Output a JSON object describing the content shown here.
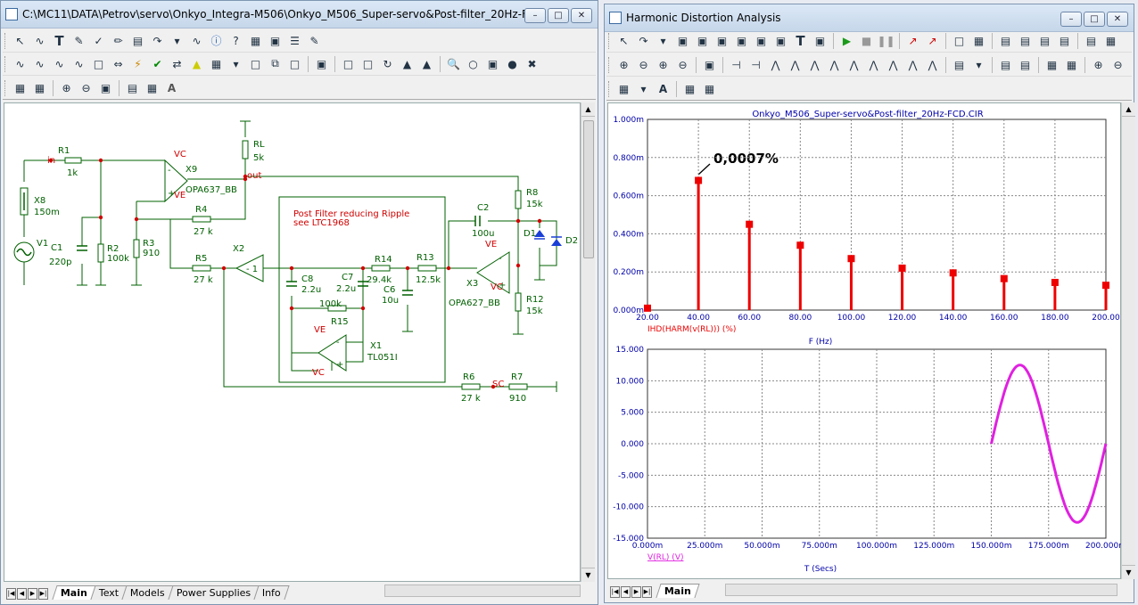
{
  "left_window": {
    "title": "C:\\MC11\\DATA\\Petrov\\servo\\Onkyo_Integra-M506\\Onkyo_M506_Super-servo&Post-filter_20Hz-FCD....",
    "tabs": [
      "Main",
      "Text",
      "Models",
      "Power Supplies",
      "Info"
    ],
    "active_tab": "Main",
    "schematic": {
      "note_line1": "Post Filter reducing Ripple",
      "note_line2": "see LTC1968",
      "labels": {
        "in": "in",
        "out": "out",
        "sc": "SC",
        "R1": "R1",
        "R1v": "1k",
        "X8": "X8",
        "X8v": "150m",
        "V1": "V1",
        "C1": "C1",
        "C1v": "220p",
        "R2": "R2",
        "R2v": "100k",
        "R3": "R3",
        "R3v": "910",
        "X9": "X9",
        "X9m": "OPA637_BB",
        "RL": "RL",
        "RLv": "5k",
        "R4": "R4",
        "R4v": "27 k",
        "R5": "R5",
        "R5v": "27 k",
        "X2": "X2",
        "X2g": "- 1",
        "C8": "C8",
        "C8v": "2.2u",
        "C7": "C7",
        "C7v": "2.2u",
        "R14": "R14",
        "R14v": "29.4k",
        "C6": "C6",
        "C6v": "10u",
        "R13": "R13",
        "R13v": "12.5k",
        "R15": "R15",
        "R15v": "100k",
        "X1": "X1",
        "X1m": "TL051I",
        "C2": "C2",
        "C2v": "100u",
        "R8": "R8",
        "R8v": "15k",
        "D1": "D1",
        "D2": "D2",
        "X3": "X3",
        "X3m": "OPA627_BB",
        "R12": "R12",
        "R12v": "15k",
        "R6": "R6",
        "R6v": "27 k",
        "R7": "R7",
        "R7v": "910",
        "VC": "VC",
        "VE": "VE",
        "plus": "+",
        "minus": "-"
      }
    }
  },
  "right_window": {
    "title": "Harmonic Distortion Analysis",
    "tabs": [
      "Main"
    ],
    "active_tab": "Main"
  },
  "chart_data": [
    {
      "type": "bar",
      "title": "Onkyo_M506_Super-servo&Post-filter_20Hz-FCD.CIR",
      "xlabel": "F (Hz)",
      "series_label": "IHD(HARM(v(RL))) (%)",
      "annotation": "0,0007%",
      "x": [
        20,
        40,
        60,
        80,
        100,
        120,
        140,
        160,
        180,
        200
      ],
      "values": [
        0.01,
        0.68,
        0.45,
        0.34,
        0.27,
        0.22,
        0.195,
        0.165,
        0.145,
        0.13
      ],
      "xlim": [
        20,
        200
      ],
      "ylim": [
        0,
        1.0
      ],
      "xticks": [
        "20.00",
        "40.00",
        "60.00",
        "80.00",
        "100.00",
        "120.00",
        "140.00",
        "160.00",
        "180.00",
        "200.00"
      ],
      "yticks": [
        "0.000m",
        "0.200m",
        "0.400m",
        "0.600m",
        "0.800m",
        "1.000m"
      ],
      "color": "#ee0000",
      "grid": true
    },
    {
      "type": "line",
      "xlabel": "T (Secs)",
      "series_label": "V(RL) (V)",
      "x_start": 150,
      "x_end": 200,
      "amplitude": 12.5,
      "xlim": [
        0,
        200
      ],
      "ylim": [
        -15,
        15
      ],
      "xticks": [
        "0.000m",
        "25.000m",
        "50.000m",
        "75.000m",
        "100.000m",
        "125.000m",
        "150.000m",
        "175.000m",
        "200.000m"
      ],
      "yticks": [
        "15.000",
        "10.000",
        "5.000",
        "0.000",
        "-5.000",
        "-10.000",
        "-15.000"
      ],
      "color": "#e020e0",
      "grid": true
    }
  ]
}
